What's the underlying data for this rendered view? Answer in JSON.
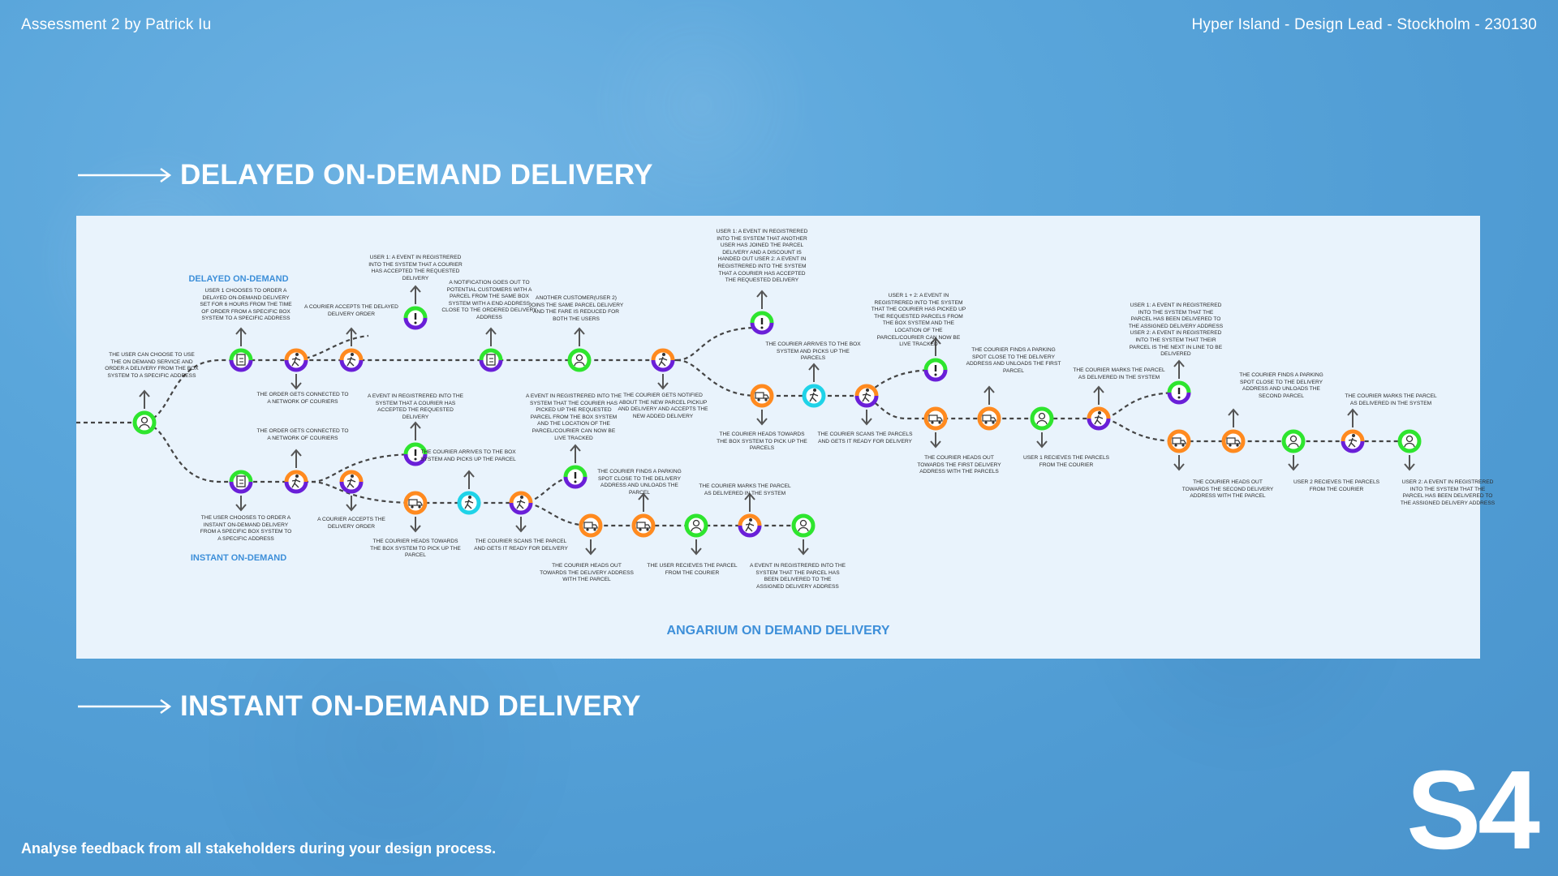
{
  "header": {
    "left": "Assessment 2 by Patrick Iu",
    "right": "Hyper Island - Design Lead - Stockholm - 230130"
  },
  "sections": {
    "top_title": "DELAYED ON-DEMAND DELIVERY",
    "bottom_title": "INSTANT ON-DEMAND DELIVERY"
  },
  "footer": {
    "text": "Analyse feedback from all stakeholders during your design process.",
    "badge": "S4"
  },
  "diagram": {
    "title": "ANGARIUM ON DEMAND DELIVERY",
    "label_delayed": "DELAYED ON-DEMAND",
    "label_instant": "INSTANT ON-DEMAND",
    "colors": {
      "green": "#2ee52e",
      "orange": "#ff8a1f",
      "purple": "#6a1fd8",
      "cyan": "#1fd3e8",
      "line": "#444444"
    },
    "steps": {
      "start": "THE USER CAN CHOOSE TO USE THE ON DEMAND SERVICE AND ORDER A DELIVERY FROM THE BOX SYSTEM TO A SPECIFIC ADDRESS",
      "d1": "USER 1 CHOOSES TO ORDER A DELAYED ON-DEMAND DELIVERY SET FOR 6 HOURS FROM THE TIME OF ORDER FROM A SPECIFIC BOX SYSTEM TO A SPECIFIC ADDRESS",
      "d2": "THE ORDER GETS CONNECTED TO A NETWORK OF COURIERS",
      "d3": "A COURIER ACCEPTS THE DELAYED DELIVERY ORDER",
      "d4": "USER 1: A EVENT IN REGISTRERED INTO THE SYSTEM THAT A COURIER HAS ACCEPTED THE REQUESTED DELIVERY",
      "d5": "A NOTIFICATION GOES OUT TO POTENTIAL CUSTOMERS WITH A PARCEL FROM THE SAME BOX SYSTEM WITH A END ADDRESS CLOSE TO THE ORDERED DELIVERY ADDRESS",
      "d6": "ANOTHER CUSTOMER(USER 2) JOINS THE SAME PARCEL DELIVERY AND THE FARE IS REDUCED FOR BOTH THE USERS",
      "d7": "THE COURIER GETS NOTIFIED ABOUT THE NEW PARCEL PICKUP AND DELIVERY AND ACCEPTS THE NEW ADDED DELIVERY",
      "d8": "USER 1: A EVENT IN REGISTRERED INTO THE SYSTEM THAT ANOTHER USER HAS JOINED THE PARCEL DELIVERY AND A DISCOUNT IS HANDED OUT USER 2: A EVENT IN REGISTRERED INTO THE SYSTEM THAT A COURIER HAS ACCEPTED THE REQUESTED DELIVERY",
      "d9": "THE COURIER HEADS TOWARDS THE BOX SYSTEM TO PICK UP THE PARCELS",
      "d10": "THE COURIER ARRIVES TO THE BOX SYSTEM AND PICKS UP THE PARCELS",
      "d11": "THE COURIER SCANS THE PARCELS AND GETS IT READY FOR DELIVERY",
      "d12": "USER 1 + 2: A EVENT IN REGISTRERED INTO THE SYSTEM THAT THE COURIER HAS PICKED UP THE REQUESTED PARCELS FROM THE BOX SYSTEM AND THE LOCATION OF THE PARCEL/COURIER CAN NOW BE LIVE TRACKED",
      "d13": "THE COURIER HEADS OUT TOWARDS THE FIRST DELIVERY ADDRESS WITH THE PARCELS",
      "d14": "THE COURIER FINDS A PARKING SPOT CLOSE TO THE DELIVERY ADDRESS AND UNLOADS THE FIRST PARCEL",
      "d15": "USER 1 RECIEVES THE PARCELS FROM THE COURIER",
      "d16": "THE COURIER MARKS THE PARCEL AS DELIVERED IN THE SYSTEM",
      "d17": "USER 1: A EVENT IN REGISTRERED INTO THE SYSTEM THAT THE PARCEL HAS BEEN DELIVERED TO THE ASSIGNED DELIVERY ADDRESS USER 2: A EVENT IN REGISTRERED INTO THE SYSTEM THAT THEIR PARCEL IS THE NEXT IN LINE TO BE DELIVERED",
      "d18": "THE COURIER HEADS OUT TOWARDS THE SECOND DELIVERY ADDRESS WITH THE PARCEL",
      "d19": "THE COURIER FINDS A PARKING SPOT CLOSE TO THE DELIVERY ADDRESS AND UNLOADS THE SECOND PARCEL",
      "d20": "USER 2 RECIEVES THE PARCELS FROM THE COURIER",
      "d21": "THE COURIER MARKS THE PARCEL AS DELIVERED IN THE SYSTEM",
      "d22": "USER 2: A EVENT IN REGISTRERED INTO THE SYSTEM THAT THE PARCEL HAS BEEN DELIVERED TO THE ASSIGNED DELIVERY ADDRESS",
      "i1": "THE USER CHOOSES TO ORDER A INSTANT ON-DEMAND DELIVERY FROM A SPECIFIC BOX SYSTEM TO A SPECIFIC ADDRESS",
      "i2": "THE ORDER GETS CONNECTED TO A NETWORK OF COURIERS",
      "i3": "A COURIER ACCEPTS THE DELIVERY ORDER",
      "i4": "A EVENT IN REGISTRERED INTO THE SYSTEM THAT A COURIER HAS ACCEPTED THE REQUESTED DELIVERY",
      "i5": "THE COURIER HEADS TOWARDS THE BOX SYSTEM TO PICK UP THE PARCEL",
      "i6": "THE COURIER ARRIVES TO THE BOX SYSTEM AND PICKS UP THE PARCEL",
      "i7": "THE COURIER SCANS THE PARCEL AND GETS IT READY FOR DELIVERY",
      "i8": "A EVENT IN REGISTRERED INTO THE SYSTEM THAT THE COURIER HAS PICKED UP THE REQUESTED PARCEL FROM THE BOX SYSTEM AND THE LOCATION OF THE PARCEL/COURIER CAN NOW BE LIVE TRACKED",
      "i9": "THE COURIER HEADS OUT TOWARDS THE DELIVERY ADDRESS WITH THE PARCEL",
      "i10": "THE COURIER FINDS A PARKING SPOT CLOSE TO THE DELIVERY ADDRESS AND UNLOADS THE PARCEL",
      "i11": "THE USER RECIEVES THE PARCEL FROM THE COURIER",
      "i12": "THE COURIER MARKS THE PARCEL AS DELIVERED IN THE SYSTEM",
      "i13": "A EVENT IN REGISTRERED INTO THE SYSTEM THAT THE PARCEL HAS BEEN DELIVERED TO THE ASSIGNED DELIVERY ADDRESS"
    }
  }
}
